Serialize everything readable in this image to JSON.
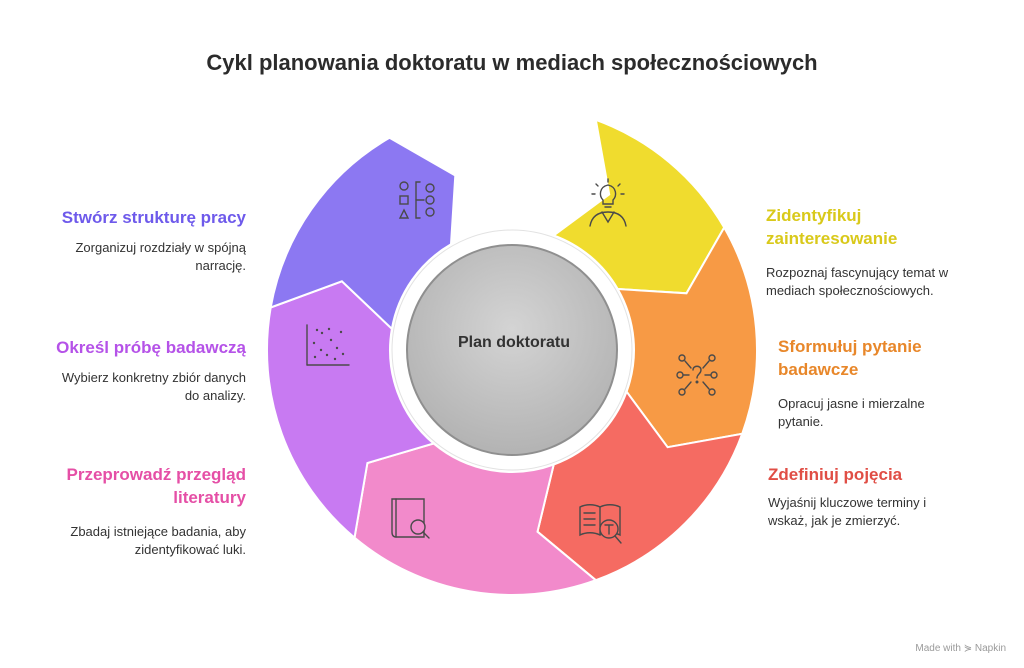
{
  "title": "Cykl planowania doktoratu w mediach społecznościowych",
  "center": "Plan doktoratu",
  "steps": [
    {
      "title": "Zidentyfikuj zainteresowanie",
      "title_l1": "Zidentyfikuj",
      "title_l2": "zainteresowanie",
      "desc_l1": "Rozpoznaj fascynujący temat w",
      "desc_l2": "mediach społecznościowych.",
      "color": "#F0DC2E",
      "text_color": "#D9C91A",
      "icon": "lightbulb-person-icon"
    },
    {
      "title": "Sformułuj pytanie badawcze",
      "title_l1": "Sformułuj pytanie",
      "title_l2": "badawcze",
      "desc_l1": "Opracuj jasne i mierzalne",
      "desc_l2": "pytanie.",
      "color": "#F79A45",
      "text_color": "#E8872A",
      "icon": "question-network-icon"
    },
    {
      "title": "Zdefiniuj pojęcia",
      "title_l1": "Zdefiniuj pojęcia",
      "title_l2": "",
      "desc_l1": "Wyjaśnij kluczowe terminy i",
      "desc_l2": "wskaż, jak je zmierzyć.",
      "color": "#F56B62",
      "text_color": "#E04E45",
      "icon": "book-term-search-icon"
    },
    {
      "title": "Przeprowadź przegląd literatury",
      "title_l1": "Przeprowadź przegląd",
      "title_l2": "literatury",
      "desc_l1": "Zbadaj istniejące badania, aby",
      "desc_l2": "zidentyfikować luki.",
      "color": "#F28ACB",
      "text_color": "#E54FA6",
      "icon": "book-search-icon"
    },
    {
      "title": "Określ próbę badawczą",
      "title_l1": "Określ próbę badawczą",
      "title_l2": "",
      "desc_l1": "Wybierz konkretny zbiór danych",
      "desc_l2": "do analizy.",
      "color": "#C87AF2",
      "text_color": "#B552E8",
      "icon": "scatter-plot-icon"
    },
    {
      "title": "Stwórz strukturę pracy",
      "title_l1": "Stwórz strukturę pracy",
      "title_l2": "",
      "desc_l1": "Zorganizuj rozdziały w spójną",
      "desc_l2": "narrację.",
      "color": "#8C78F2",
      "text_color": "#6E5AEB",
      "icon": "structure-shapes-icon"
    }
  ],
  "footer": "Made with ⋟ Napkin"
}
